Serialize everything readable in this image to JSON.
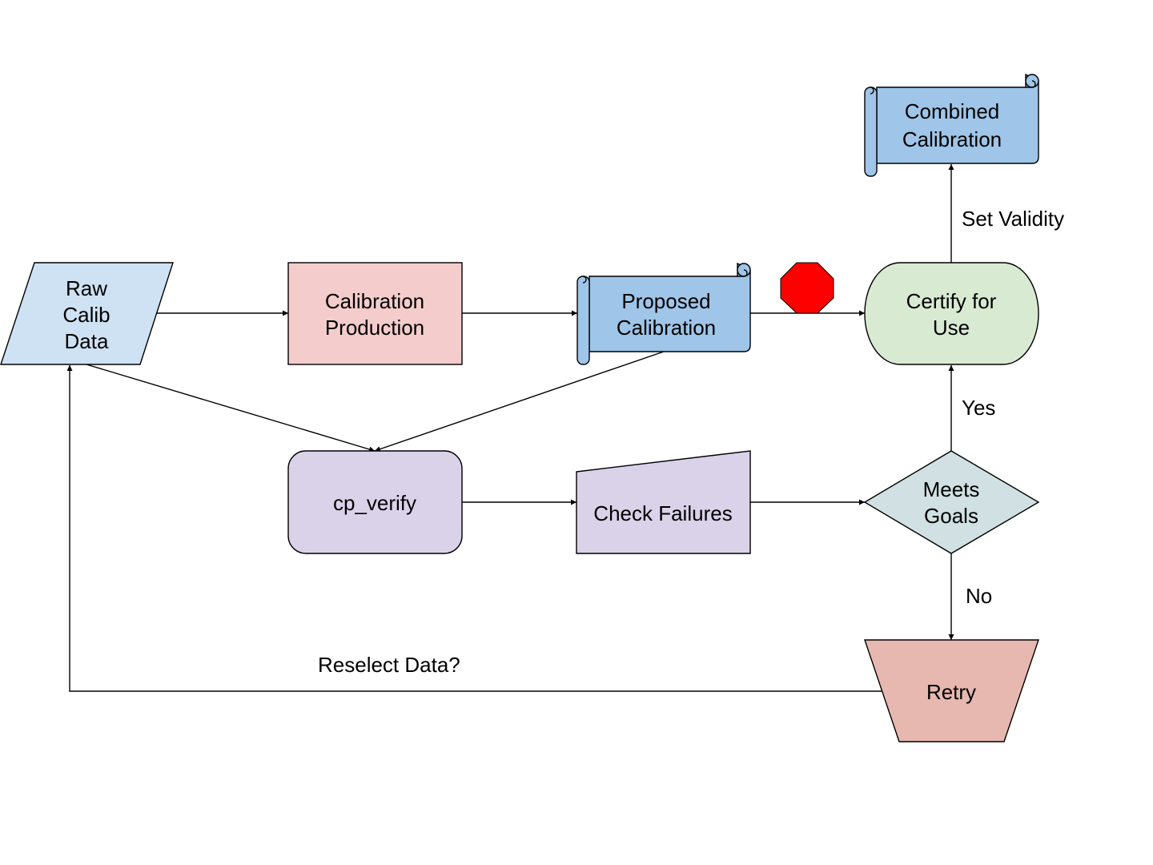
{
  "nodes": {
    "raw_calib_data": {
      "lines": [
        "Raw",
        "Calib",
        "Data"
      ],
      "fill": "#cfe2f3"
    },
    "calibration_production": {
      "lines": [
        "Calibration",
        "Production"
      ],
      "fill": "#f4cccc"
    },
    "proposed_calibration": {
      "lines": [
        "Proposed",
        "Calibration"
      ],
      "fill": "#9fc5e8"
    },
    "certify_for_use": {
      "lines": [
        "Certify for",
        "Use"
      ],
      "fill": "#d9ead3"
    },
    "combined_calibration": {
      "lines": [
        "Combined",
        "Calibration"
      ],
      "fill": "#9fc5e8"
    },
    "cp_verify": {
      "lines": [
        "cp_verify"
      ],
      "fill": "#d9d2e9"
    },
    "check_failures": {
      "lines": [
        "Check Failures"
      ],
      "fill": "#d9d2e9"
    },
    "meets_goals": {
      "lines": [
        "Meets",
        "Goals"
      ],
      "fill": "#d0e0e3"
    },
    "retry": {
      "lines": [
        "Retry"
      ],
      "fill": "#e6b8af"
    }
  },
  "stop_sign": {
    "fill": "#ff0000",
    "icon": "stop-sign-icon"
  },
  "edge_labels": {
    "set_validity": "Set Validity",
    "yes": "Yes",
    "no": "No",
    "reselect_data": "Reselect Data?"
  }
}
